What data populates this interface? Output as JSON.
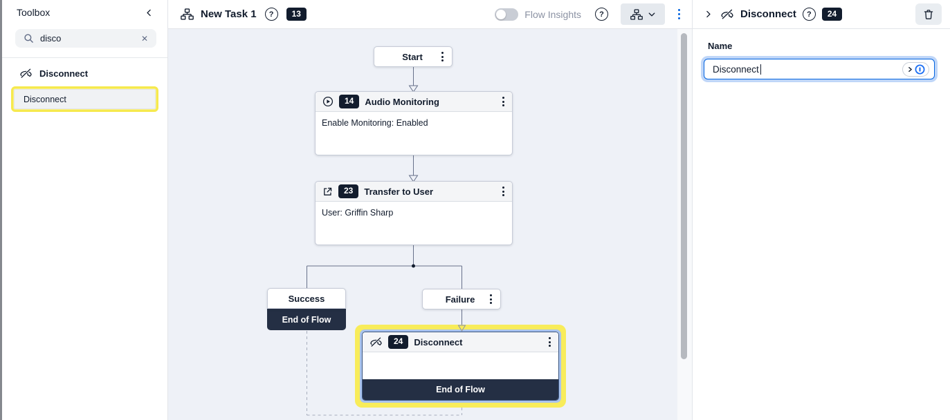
{
  "sidebar": {
    "title": "Toolbox",
    "search_value": "disco",
    "category_label": "Disconnect",
    "item_label": "Disconnect"
  },
  "topbar": {
    "flow_name": "New Task 1",
    "flow_badge": "13",
    "insights_label": "Flow Insights"
  },
  "canvas": {
    "start_label": "Start",
    "audio": {
      "badge": "14",
      "title": "Audio Monitoring",
      "body": "Enable Monitoring: Enabled"
    },
    "transfer": {
      "badge": "23",
      "title": "Transfer to User",
      "body": "User: Griffin Sharp"
    },
    "success_label": "Success",
    "success_end_label": "End of Flow",
    "failure_label": "Failure",
    "disconnect": {
      "badge": "24",
      "title": "Disconnect",
      "end_label": "End of Flow"
    }
  },
  "panel": {
    "title": "Disconnect",
    "badge": "24",
    "name_label": "Name",
    "name_value": "Disconnect"
  },
  "icons": {
    "help_glyph": "?",
    "close_glyph": "✕"
  },
  "colors": {
    "accent_blue": "#0263E0",
    "dark_navy": "#121C2D",
    "selection_yellow": "#F8EC5A",
    "canvas_bg": "#EEF1F7"
  }
}
